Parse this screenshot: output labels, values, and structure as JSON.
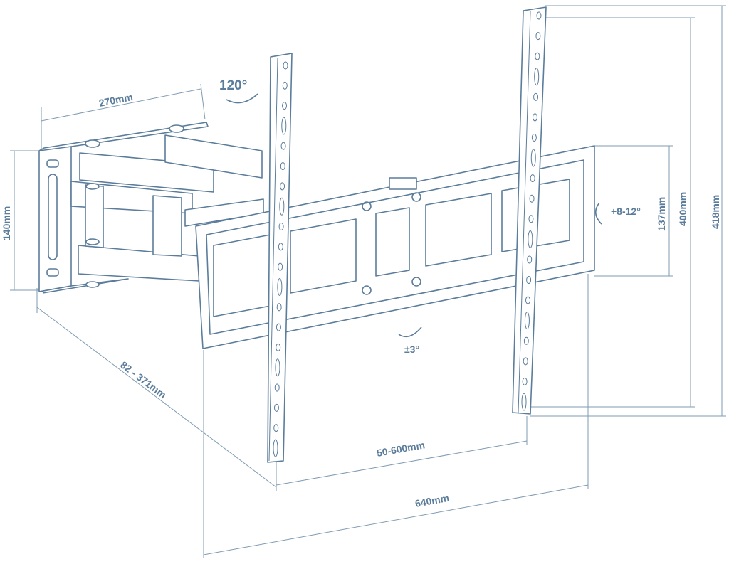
{
  "diagram": {
    "color": "#5b7d9b",
    "labels": {
      "arm_width": "270mm",
      "swivel": "120°",
      "plate_height": "140mm",
      "extension": "82 - 371mm",
      "vesa_horizontal": "50-600mm",
      "total_width": "640mm",
      "level": "±3°",
      "tilt": "+8-12°",
      "bracket_height": "137mm",
      "vesa_vertical": "400mm",
      "total_height": "418mm"
    }
  }
}
